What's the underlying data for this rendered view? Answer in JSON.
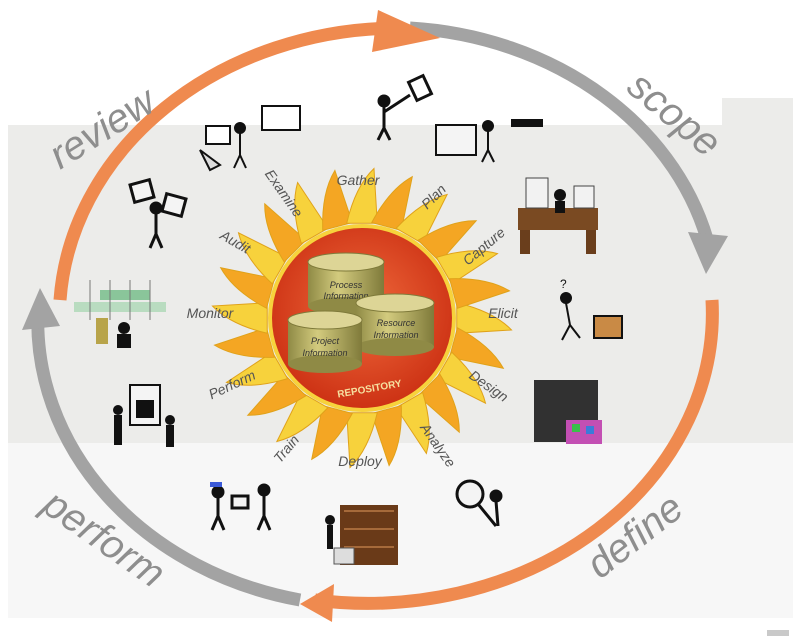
{
  "phases": {
    "review": "review",
    "scope": "scope",
    "define": "define",
    "perform": "perform"
  },
  "activities": {
    "gather": "Gather",
    "plan": "Plan",
    "capture": "Capture",
    "elicit": "Elicit",
    "design": "Design",
    "analyze": "Analyze",
    "deploy": "Deploy",
    "train": "Train",
    "perform": "Perform",
    "monitor": "Monitor",
    "audit": "Audit",
    "examine": "Examine"
  },
  "repository": {
    "label": "REPOSITORY",
    "db_process": [
      "Process",
      "Information"
    ],
    "db_project": [
      "Project",
      "Information"
    ],
    "db_resource": [
      "Resource",
      "Information"
    ]
  },
  "colors": {
    "orange_arc": "#ef8a4f",
    "gray_arc": "#a3a3a3",
    "ray_yellow": "#f7d23c",
    "ray_orange": "#f4a623",
    "hub_red": "#d93a1a",
    "db_olive": "#b9b160",
    "phase_text": "#8e8e8e"
  }
}
